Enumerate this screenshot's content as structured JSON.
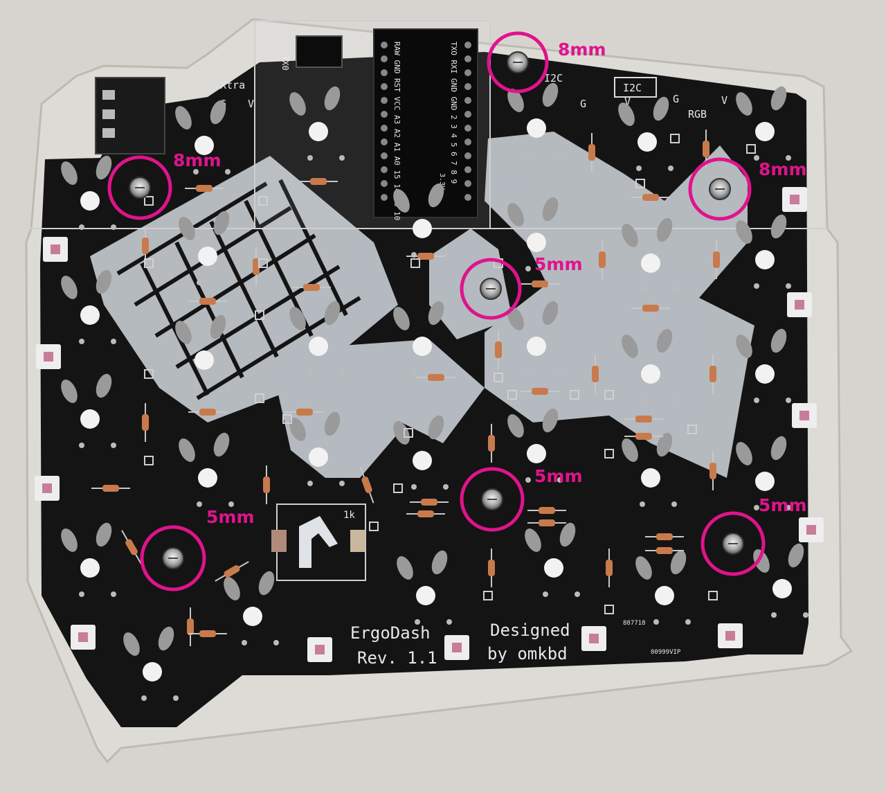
{
  "photo": {
    "board_name": "ErgoDash",
    "board_revision": "Rev. 1.1",
    "credit_line1": "Designed",
    "credit_line2": "by omkbd",
    "header_label_xtra": "Xtra",
    "header_label_g": "G",
    "header_label_v": "V",
    "header_label_i2c": "I2C",
    "header_label_i2c_short": "I2C",
    "header_label_rgb": "RGB",
    "header_label_g2": "G",
    "header_label_v2": "V",
    "txo_label": "TX0",
    "resistor_label": "1k",
    "small_code_1": "887718",
    "small_code_2": "00999VIP",
    "pro_micro_pins": "TXO RXI GND GND 2 3 4 5 6 7 8 9",
    "pro_micro_pins_2": "RAW GND RST VCC A3 A2 A1 A0 15 14 16 10",
    "pro_micro_note": "3.3V"
  },
  "annotations": [
    {
      "label": "8mm"
    },
    {
      "label": "8mm"
    },
    {
      "label": "8mm"
    },
    {
      "label": "5mm"
    },
    {
      "label": "5mm"
    },
    {
      "label": "5mm"
    },
    {
      "label": "5mm"
    }
  ],
  "colors": {
    "annotation": "#e0138c",
    "pcb": "#141414",
    "silk": "#dcdcdc",
    "background": "#d8d6d2"
  }
}
